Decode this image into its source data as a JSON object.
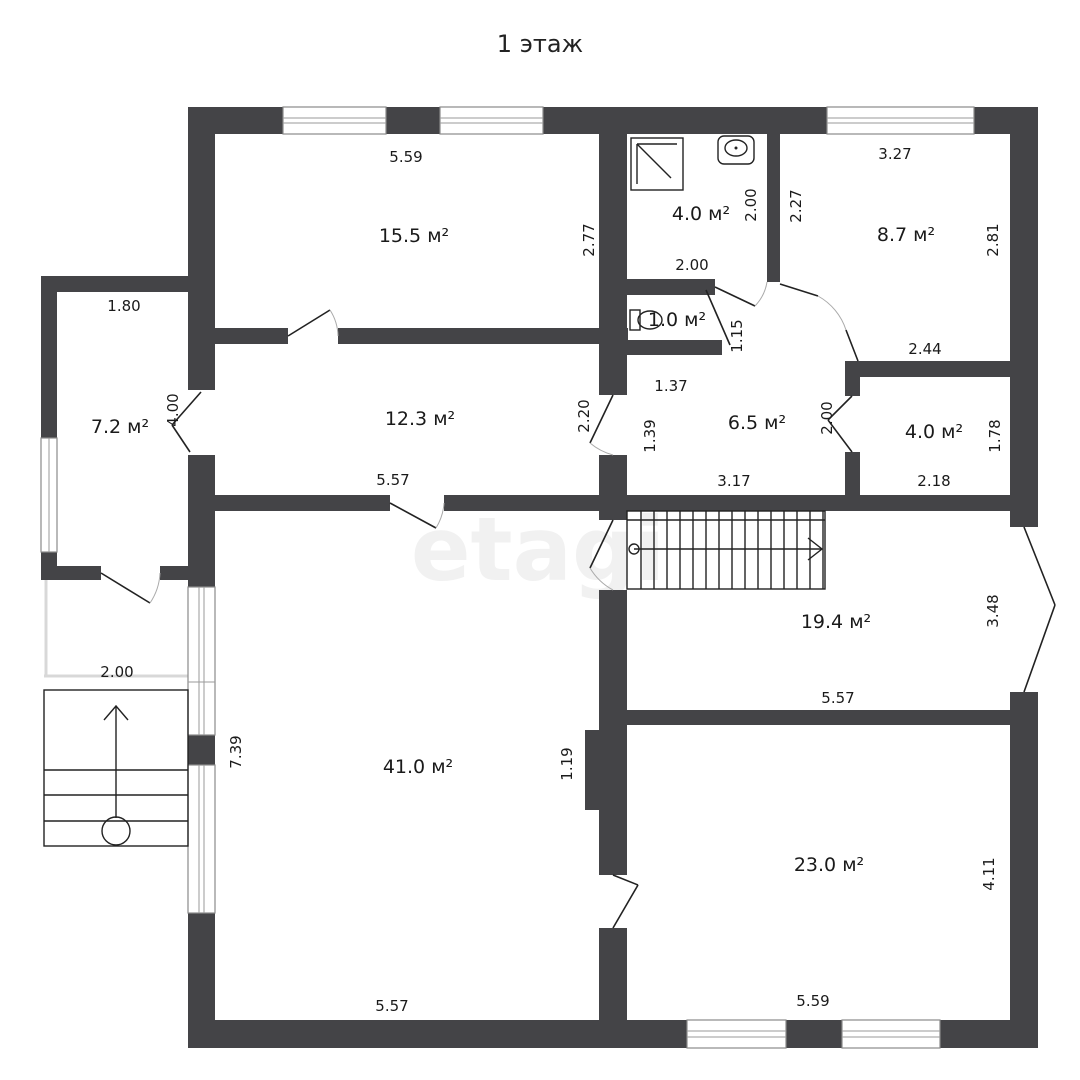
{
  "title": "1 этаж",
  "watermark": "etagi",
  "rooms": [
    {
      "id": "room-15",
      "area": "15.5 м²"
    },
    {
      "id": "bath",
      "area": "4.0 м²"
    },
    {
      "id": "room-8",
      "area": "8.7 м²"
    },
    {
      "id": "wc",
      "area": "1.0 м²"
    },
    {
      "id": "veranda",
      "area": "7.2 м²"
    },
    {
      "id": "corridor",
      "area": "12.3 м²"
    },
    {
      "id": "hall",
      "area": "6.5 м²"
    },
    {
      "id": "storage",
      "area": "4.0 м²"
    },
    {
      "id": "stair-room",
      "area": "19.4 м²"
    },
    {
      "id": "living",
      "area": "41.0 м²"
    },
    {
      "id": "room-23",
      "area": "23.0 м²"
    }
  ],
  "dimensions": [
    "5.59",
    "2.77",
    "2.00",
    "2.00",
    "3.27",
    "2.27",
    "2.81",
    "2.44",
    "1.15",
    "1.80",
    "4.00",
    "2.20",
    "1.37",
    "1.39",
    "2.00",
    "1.78",
    "2.18",
    "3.17",
    "5.57",
    "3.48",
    "5.57",
    "2.00",
    "7.39",
    "1.19",
    "4.11",
    "5.57",
    "5.59"
  ]
}
